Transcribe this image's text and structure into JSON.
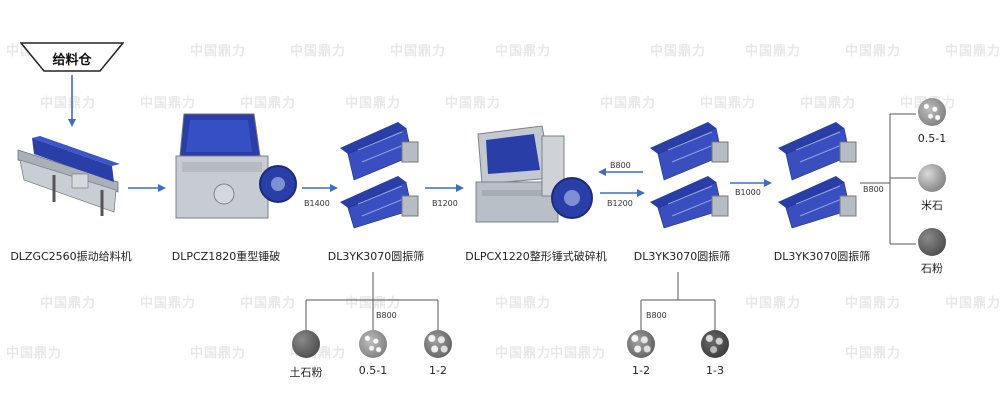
{
  "watermark_text": "中国鼎力",
  "hopper": {
    "label": "给料仓"
  },
  "machines": [
    {
      "name": "DLZGC2560振动给料机"
    },
    {
      "name": "DLPCZ1820重型锤破"
    },
    {
      "name": "DL3YK3070圆振筛"
    },
    {
      "name": "DLPCX1220整形锤式破碎机"
    },
    {
      "name": "DL3YK3070圆振筛"
    },
    {
      "name": "DL3YK3070圆振筛"
    }
  ],
  "flow_labels": {
    "crusher_to_screen1": "B1400",
    "screen1_to_shaper": "B1200",
    "screen2_to_shaper": "B800",
    "shaper_to_screen2": "B1200",
    "screen2_to_screen3": "B1000",
    "screen3_outputs": "B800",
    "screen1_outputs": "B800",
    "screen2_outputs": "B800"
  },
  "products": {
    "screen1": [
      "土石粉",
      "0.5-1",
      "1-2"
    ],
    "screen2": [
      "1-2",
      "1-3"
    ],
    "screen3": [
      "0.5-1",
      "米石",
      "石粉"
    ]
  },
  "colors": {
    "arrow": "#3b6fc4",
    "machine_blue": "#2a3ea8",
    "line": "#444444"
  }
}
